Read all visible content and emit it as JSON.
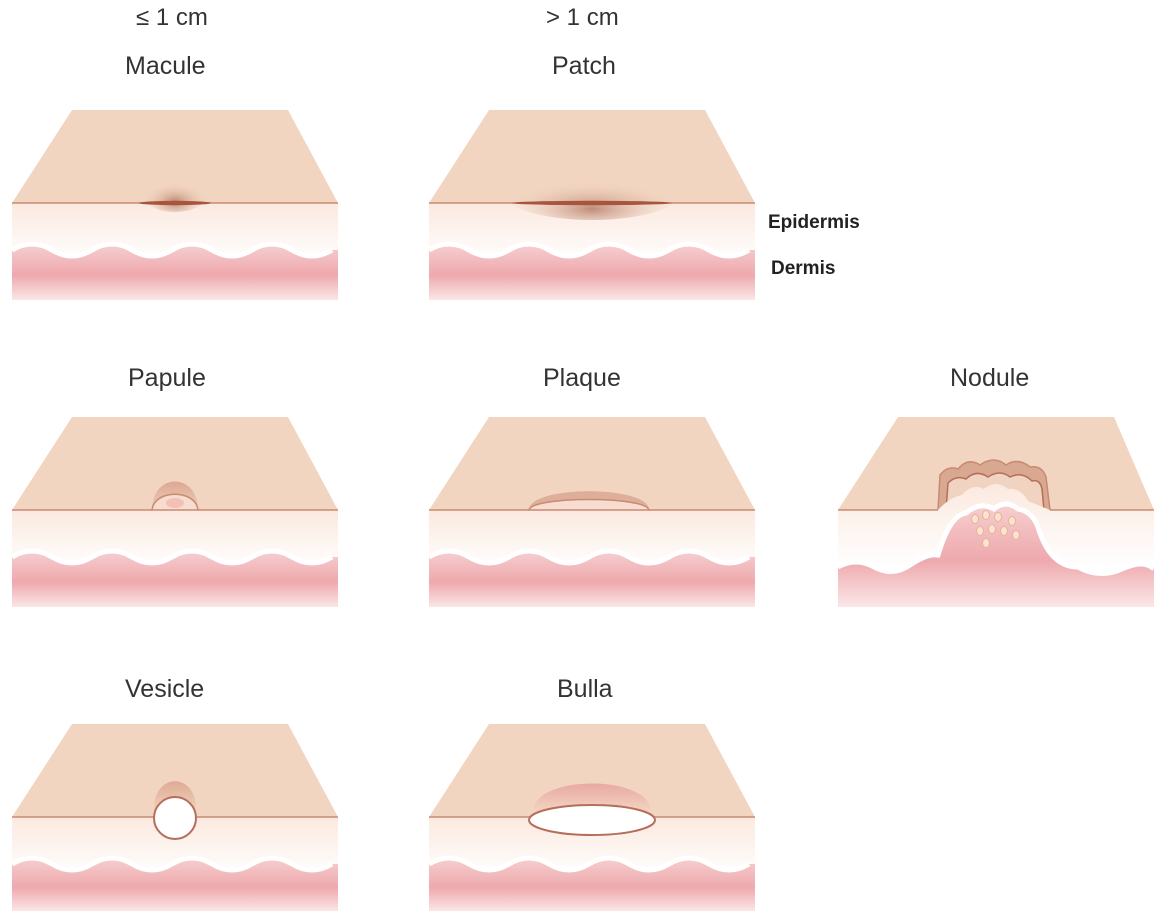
{
  "headers": {
    "small": "≤ 1 cm",
    "large": "> 1 cm"
  },
  "layers": {
    "epidermis": "Epidermis",
    "dermis": "Dermis"
  },
  "lesions": {
    "macule": "Macule",
    "patch": "Patch",
    "papule": "Papule",
    "plaque": "Plaque",
    "nodule": "Nodule",
    "vesicle": "Vesicle",
    "bulla": "Bulla"
  },
  "colors": {
    "skin_top": "#f2d5c0",
    "skin_edge": "#c98a72",
    "epidermis": "#fdf3ec",
    "dermis": "#efb4b7",
    "lesion": "#b57b66"
  }
}
